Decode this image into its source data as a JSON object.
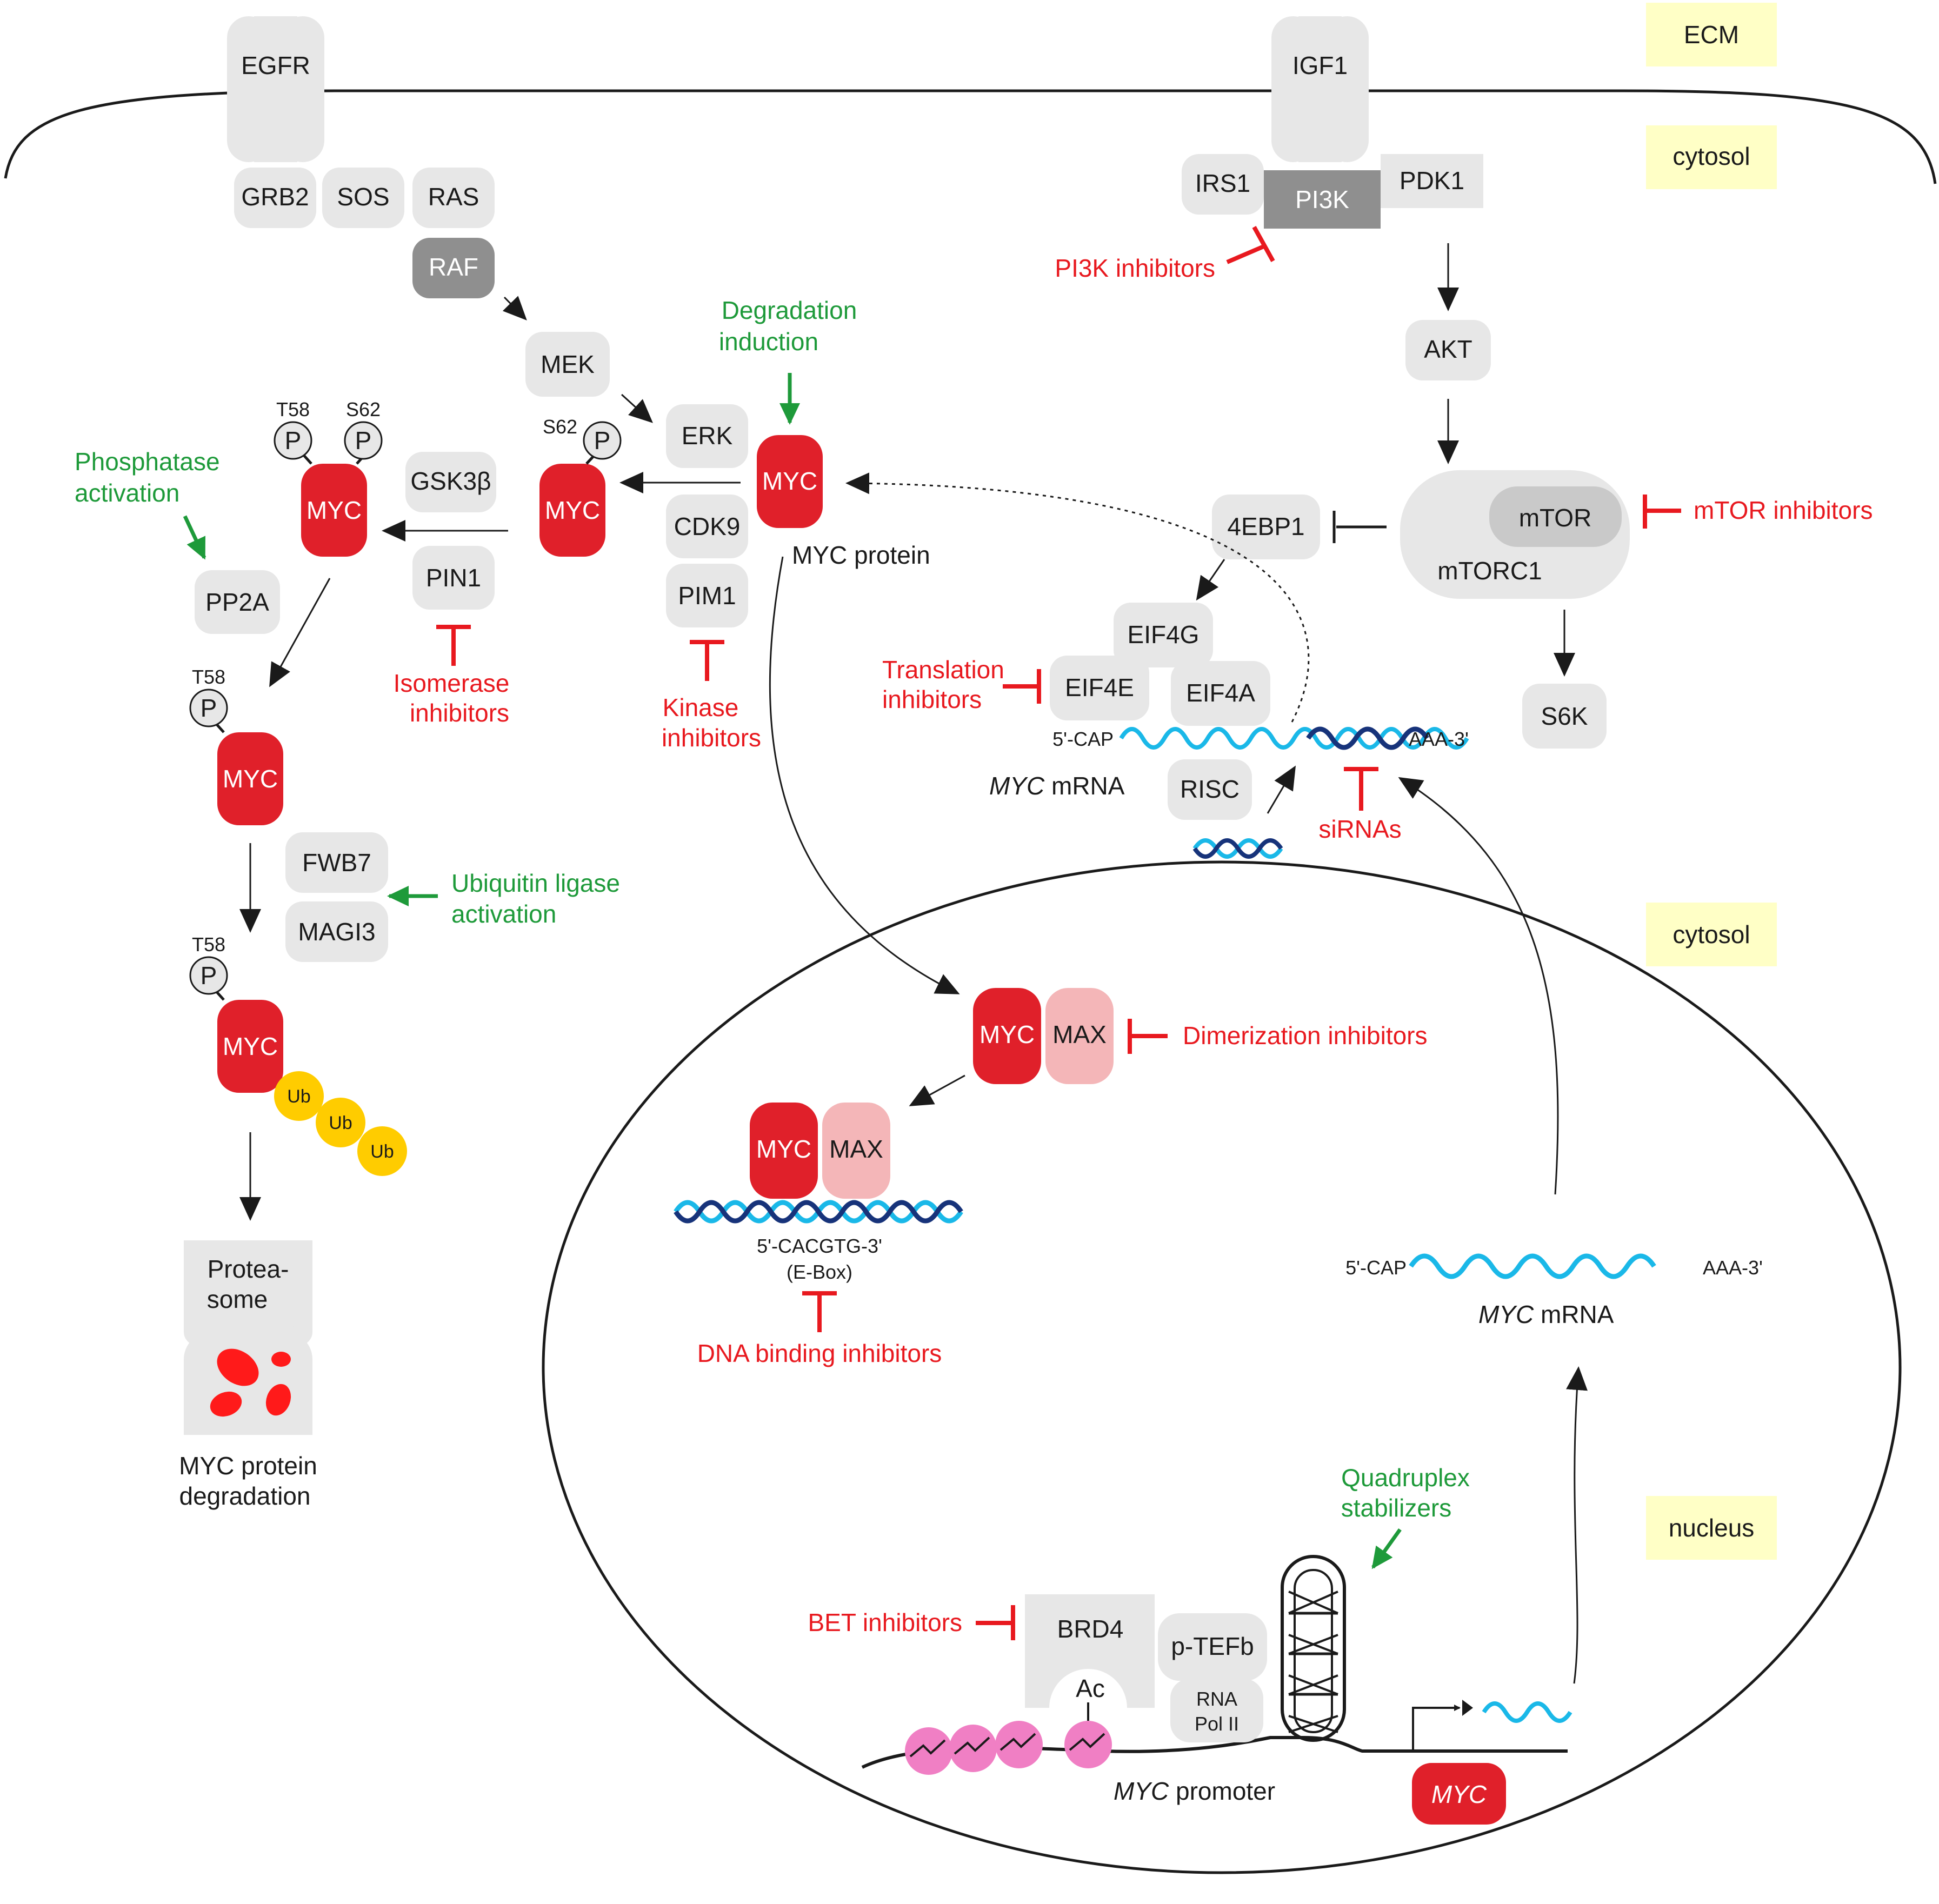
{
  "compartments": {
    "ecm": "ECM",
    "cytosol_top": "cytosol",
    "cytosol_mid": "cytosol",
    "nucleus": "nucleus"
  },
  "receptors": {
    "egfr": "EGFR",
    "igf1": "IGF1"
  },
  "ras_pathway": {
    "grb2": "GRB2",
    "sos": "SOS",
    "ras": "RAS",
    "raf": "RAF",
    "mek": "MEK",
    "erk": "ERK",
    "cdk9": "CDK9",
    "pim1": "PIM1"
  },
  "pi3k_pathway": {
    "irs1": "IRS1",
    "pi3k": "PI3K",
    "pdk1": "PDK1",
    "akt": "AKT",
    "mtor": "mTOR",
    "mtorc1": "mTORC1",
    "s6k": "S6K",
    "ebp1": "4EBP1",
    "eif4g": "EIF4G",
    "eif4e": "EIF4E",
    "eif4a": "EIF4A",
    "risc": "RISC"
  },
  "myc": {
    "label": "MYC",
    "protein_label": "MYC protein",
    "max_label": "MAX",
    "gene_label": "MYC"
  },
  "phospho": {
    "p": "P",
    "t58": "T58",
    "s62": "S62",
    "gsk3b": "GSK3β",
    "pin1": "PIN1",
    "pp2a": "PP2A",
    "fwb7": "FWB7",
    "magi3": "MAGI3",
    "ub": "Ub"
  },
  "proteasome": {
    "line1": "Protea-",
    "line2": "some",
    "degradation_line1": "MYC protein",
    "degradation_line2": "degradation"
  },
  "mrna": {
    "cap": "5'-CAP",
    "tail": "AAA-3'",
    "name_italic": "MYC",
    "name_rest": " mRNA"
  },
  "dna": {
    "ebox_seq": "5'-CACGTG-3'",
    "ebox": "(E-Box)",
    "brd4": "BRD4",
    "ac": "Ac",
    "ptefb": "p-TEFb",
    "rna": "RNA",
    "pol": "Pol II",
    "promoter_italic": "MYC",
    "promoter_rest": " promoter"
  },
  "inhibitors": {
    "pi3k": "PI3K inhibitors",
    "mtor": "mTOR inhibitors",
    "translation_1": "Translation",
    "translation_2": "inhibitors",
    "sirna": "siRNAs",
    "kinase_1": "Kinase",
    "kinase_2": "inhibitors",
    "isomerase_1": "Isomerase",
    "isomerase_2": "inhibitors",
    "dimerization": "Dimerization inhibitors",
    "dna_binding": "DNA binding inhibitors",
    "bet": "BET inhibitors"
  },
  "activators": {
    "degradation_1": "Degradation",
    "degradation_2": "induction",
    "phosphatase_1": "Phosphatase",
    "phosphatase_2": "activation",
    "ubiquitin_1": "Ubiquitin ligase",
    "ubiquitin_2": "activation",
    "quadruplex_1": "Quadruplex",
    "quadruplex_2": "stabilizers"
  },
  "colors": {
    "myc_red": "#e0202a",
    "max_pink": "#f4b6b8",
    "node_gray": "#e7e7e7",
    "dark_gray": "#8f8f8f",
    "inhibitor_red": "#e8191f",
    "activator_green": "#1e9a3a",
    "compartment_yellow": "#ffffc6",
    "ub_yellow": "#ffcc00",
    "mrna_cyan": "#1ab8e8",
    "dna_navy": "#17337a",
    "nucleosome_pink": "#f07fc4"
  }
}
